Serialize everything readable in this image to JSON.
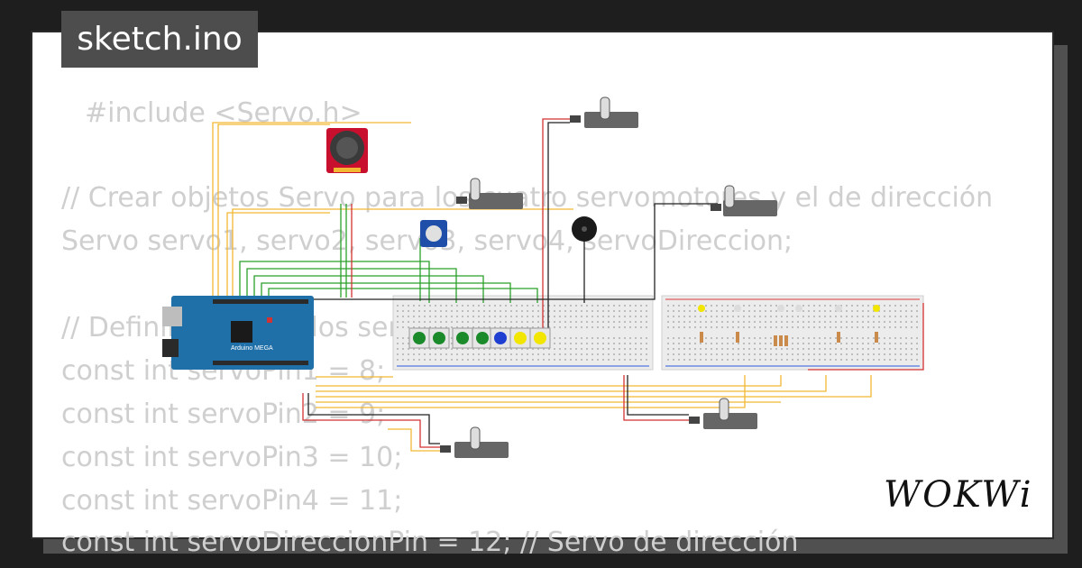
{
  "project": {
    "title": "sketch.ino"
  },
  "code_lines": [
    "#include <Servo.h>",
    "",
    "// Crear objetos Servo para los cuatro servomotores y el de dirección",
    "Servo servo1, servo2, servo3, servo4, servoDireccion;",
    "",
    "// Definir pines de los servos",
    "const int servoPin1 = 8;",
    "const int servoPin2 = 9;",
    "const int servoPin3 = 10;",
    "const int servoPin4 = 11;",
    "const int servoDireccionPin = 12; // Servo de dirección"
  ],
  "board": {
    "label": "Arduino MEGA"
  },
  "brand": {
    "logo_text": "WOKWi"
  },
  "colors": {
    "title_bg": "#4d4d4d",
    "card_bg": "#ffffff",
    "code_text": "#cfcfcf",
    "board_blue": "#1f6fa8",
    "joystick_red": "#c8102e",
    "button_green": "#1a8a2a",
    "button_blue": "#1f3fd0",
    "button_yellow": "#f2e600"
  }
}
